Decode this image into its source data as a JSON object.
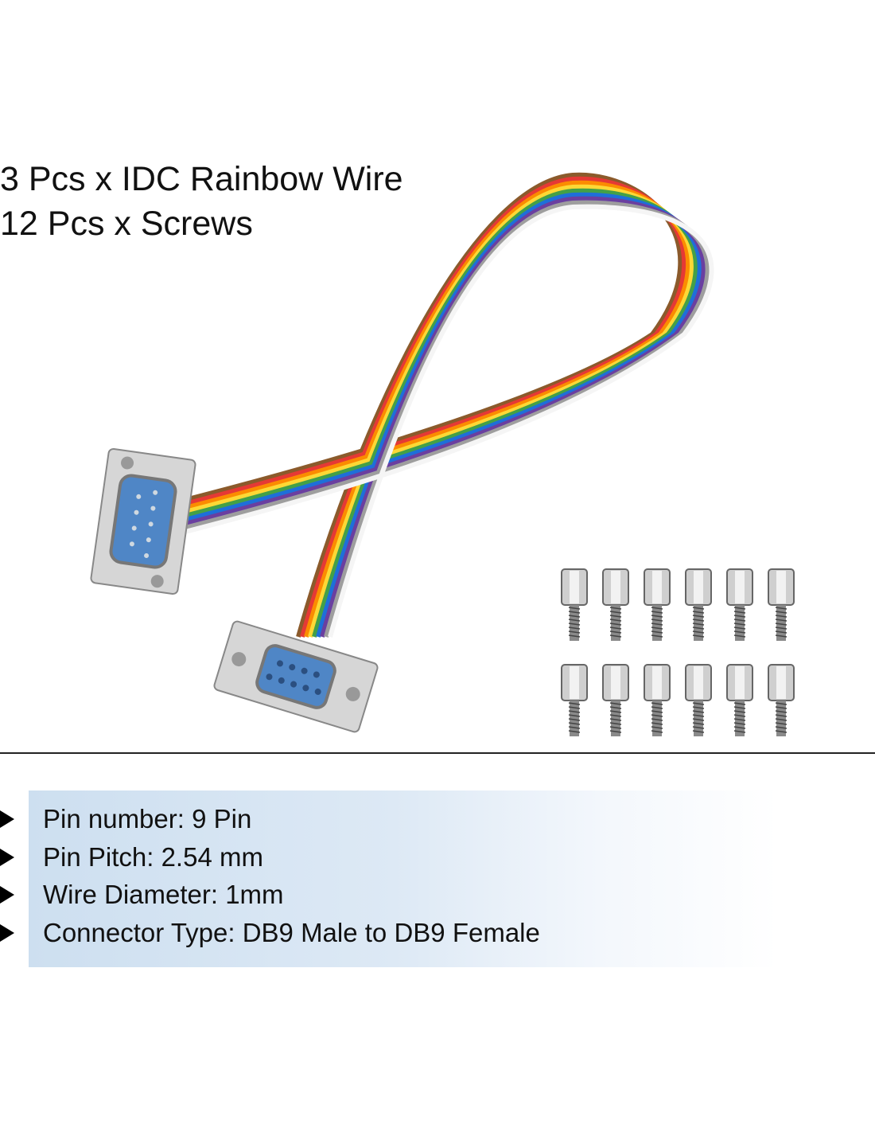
{
  "header": {
    "line1": "3 Pcs x IDC Rainbow Wire",
    "line2": "12 Pcs x Screws"
  },
  "specs": [
    "Pin number: 9 Pin",
    "Pin Pitch: 2.54 mm",
    "Wire Diameter: 1mm",
    "Connector Type: DB9 Male to DB9 Female"
  ],
  "colors": {
    "spec_box": "#cddff0",
    "connector_blue": "#4f86c6",
    "ribbon": [
      "#8b5a2b",
      "#e53935",
      "#fb8c00",
      "#fdd835",
      "#43a047",
      "#1e6fd9",
      "#6a3fa0",
      "#9e9e9e",
      "#f5f5f5"
    ]
  }
}
